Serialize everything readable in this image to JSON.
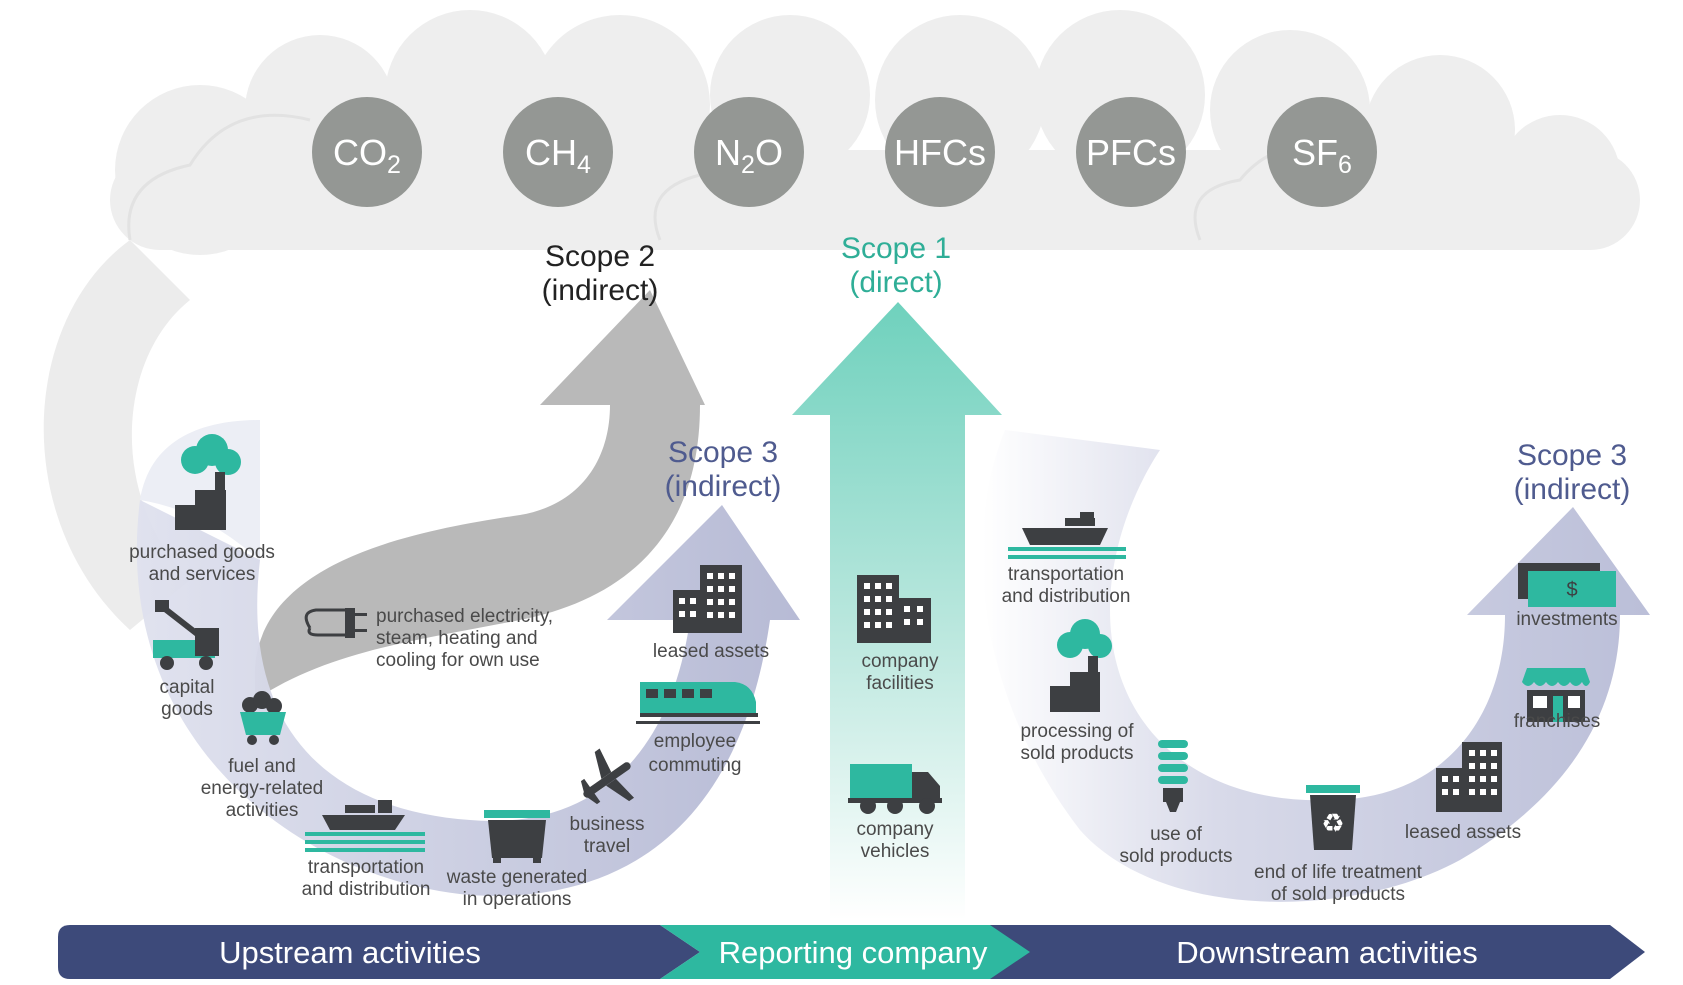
{
  "gases": [
    {
      "base": "CO",
      "sub": "2"
    },
    {
      "base": "CH",
      "sub": "4"
    },
    {
      "base": "N",
      "sub": "2",
      "tail": "O"
    },
    {
      "base": "HFCs"
    },
    {
      "base": "PFCs"
    },
    {
      "base": "SF",
      "sub": "6"
    }
  ],
  "scopes": {
    "scope2": {
      "title": "Scope 2",
      "subtitle": "(indirect)"
    },
    "scope1": {
      "title": "Scope 1",
      "subtitle": "(direct)"
    },
    "scope3_upstream": {
      "title": "Scope 3",
      "subtitle": "(indirect)"
    },
    "scope3_downstream": {
      "title": "Scope 3",
      "subtitle": "(indirect)"
    }
  },
  "upstream_items": [
    {
      "id": "purchased-goods",
      "icon": "factory-icon",
      "lines": [
        "purchased goods",
        "and services"
      ]
    },
    {
      "id": "capital-goods",
      "icon": "crane-truck-icon",
      "lines": [
        "capital",
        "goods"
      ]
    },
    {
      "id": "fuel-energy",
      "icon": "coal-cart-icon",
      "lines": [
        "fuel and",
        "energy-related",
        "activities"
      ]
    },
    {
      "id": "transportation-up",
      "icon": "ship-icon",
      "lines": [
        "transportation",
        "and distribution"
      ]
    },
    {
      "id": "waste",
      "icon": "dumpster-icon",
      "lines": [
        "waste generated",
        "in operations"
      ]
    },
    {
      "id": "business-travel",
      "icon": "airplane-icon",
      "lines": [
        "business",
        "travel"
      ]
    },
    {
      "id": "employee-commuting",
      "icon": "train-icon",
      "lines": [
        "employee",
        "commuting"
      ]
    },
    {
      "id": "leased-assets-up",
      "icon": "building-icon",
      "lines": [
        "leased assets"
      ]
    }
  ],
  "scope2_item": {
    "icon": "plug-icon",
    "lines": [
      "purchased electricity,",
      "steam, heating and",
      "cooling for own use"
    ]
  },
  "reporting_items": [
    {
      "id": "company-facilities",
      "icon": "building-icon",
      "lines": [
        "company",
        "facilities"
      ]
    },
    {
      "id": "company-vehicles",
      "icon": "truck-icon",
      "lines": [
        "company",
        "vehicles"
      ]
    }
  ],
  "downstream_items": [
    {
      "id": "transportation-down",
      "icon": "ship-icon",
      "lines": [
        "transportation",
        "and distribution"
      ]
    },
    {
      "id": "processing",
      "icon": "factory-icon",
      "lines": [
        "processing of",
        "sold products"
      ]
    },
    {
      "id": "use-of-products",
      "icon": "bulb-icon",
      "lines": [
        "use of",
        "sold products"
      ]
    },
    {
      "id": "end-of-life",
      "icon": "recycle-bin-icon",
      "lines": [
        "end of life treatment",
        "of sold products"
      ]
    },
    {
      "id": "leased-assets-down",
      "icon": "building-icon",
      "lines": [
        "leased assets"
      ]
    },
    {
      "id": "franchises",
      "icon": "storefront-icon",
      "lines": [
        "franchises"
      ]
    },
    {
      "id": "investments",
      "icon": "money-icon",
      "lines": [
        "investments"
      ],
      "symbol": "$"
    }
  ],
  "bottom_bar": {
    "upstream": "Upstream activities",
    "reporting": "Reporting company",
    "downstream": "Downstream activities"
  },
  "colors": {
    "teal": "#2eb8a0",
    "dark_icon": "#3d3f42",
    "navy": "#3d4a7a",
    "scope3_text": "#4f5b8f",
    "scope1_text": "#2fae97",
    "cloud": "#eeeeee",
    "gas_circle": "#949794",
    "gray_arrow": "#b8b8b8",
    "lavender": "#c4c8de"
  }
}
